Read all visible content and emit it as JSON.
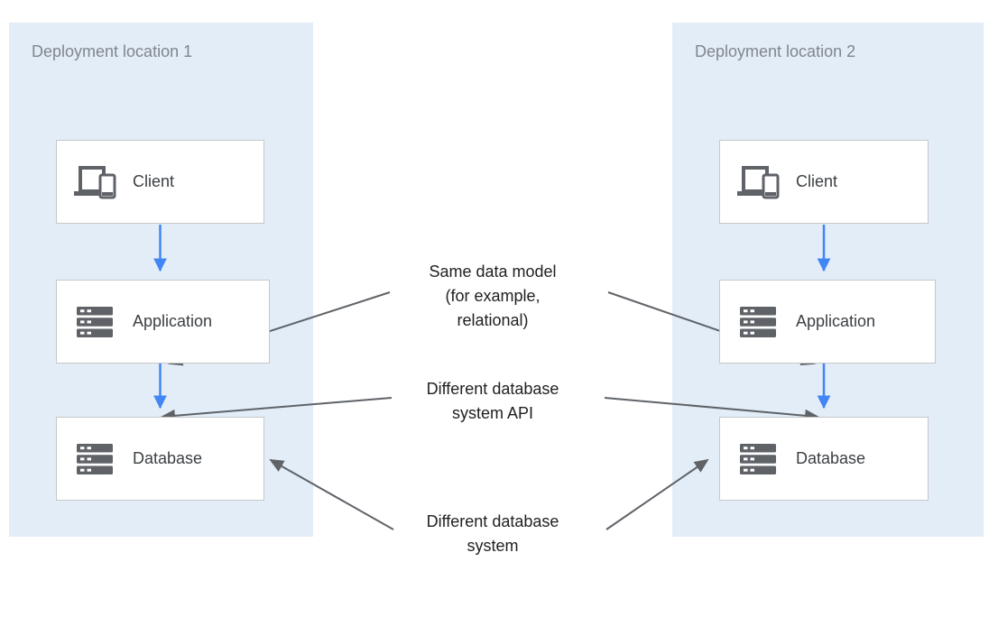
{
  "diagram": {
    "panels": [
      {
        "title": "Deployment location 1",
        "boxes": [
          {
            "label": "Client",
            "icon": "client-devices-icon"
          },
          {
            "label": "Application",
            "icon": "server-stack-icon"
          },
          {
            "label": "Database",
            "icon": "server-stack-icon"
          }
        ]
      },
      {
        "title": "Deployment location 2",
        "boxes": [
          {
            "label": "Client",
            "icon": "client-devices-icon"
          },
          {
            "label": "Application",
            "icon": "server-stack-icon"
          },
          {
            "label": "Database",
            "icon": "server-stack-icon"
          }
        ]
      }
    ],
    "annotations": [
      {
        "lines": [
          "Same data model",
          "(for example,",
          "relational)"
        ]
      },
      {
        "lines": [
          "Different database",
          "system API",
          ""
        ]
      },
      {
        "lines": [
          "Different database",
          "system",
          ""
        ]
      }
    ],
    "colors": {
      "panel_bg": "#e3edf8",
      "box_border": "#c7c7c7",
      "box_bg": "#ffffff",
      "blue_arrow": "#4285f4",
      "gray_arrow": "#5f6368",
      "icon_gray": "#5f6368",
      "title_text": "#80868b",
      "label_text": "#3c4043",
      "annotation_text": "#202124"
    }
  }
}
